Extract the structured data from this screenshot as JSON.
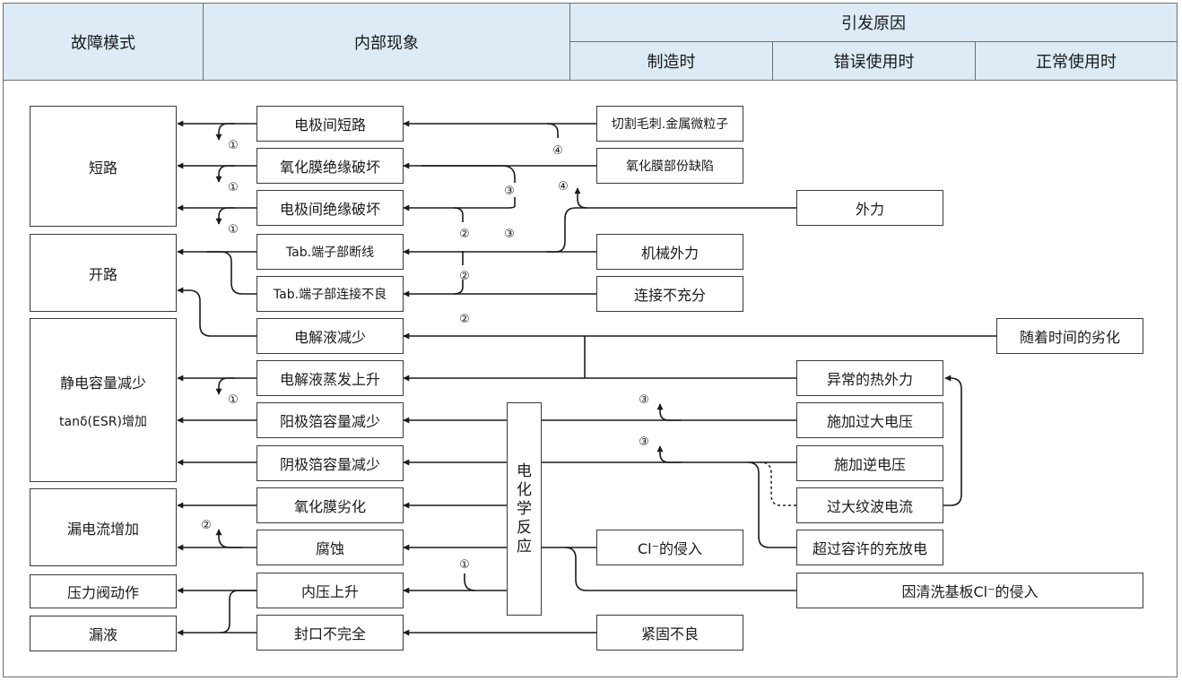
{
  "header": {
    "col_mode": "故障模式",
    "col_phen": "内部现象",
    "col_cause": "引发原因",
    "col_mfg": "制造时",
    "col_misuse": "错误使用时",
    "col_normal": "正常使用时"
  },
  "modes": {
    "short": "短路",
    "open": "开路",
    "cap_decrease": "静电容量减少",
    "tan_increase": "tanδ(ESR)增加",
    "leak_current": "漏电流增加",
    "valve": "压力阀动作",
    "leakage": "漏液"
  },
  "phenomena": {
    "p1": "电极间短路",
    "p2": "氧化膜绝缘破坏",
    "p3": "电极间绝缘破坏",
    "p4": "Tab.端子部断线",
    "p5": "Tab.端子部连接不良",
    "p6": "电解液减少",
    "p7": "电解液蒸发上升",
    "p8": "阳极箔容量减少",
    "p9": "阴极箔容量减少",
    "p10": "氧化膜劣化",
    "p11": "腐蚀",
    "p12": "内压上升",
    "p13": "封口不完全"
  },
  "electrochem": [
    "电",
    "化",
    "学",
    "反",
    "应"
  ],
  "causes": {
    "c1": "切割毛刺.金属微粒子",
    "c2": "氧化膜部份缺陷",
    "c3": "外力",
    "c4": "机械外力",
    "c5": "连接不充分",
    "c6": "随着时间的劣化",
    "c7": "异常的热外力",
    "c8": "施加过大电压",
    "c9": "施加逆电压",
    "c10": "过大纹波电流",
    "c11": "超过容许的充放电",
    "c12": "Cl⁻的侵入",
    "c13": "因清洗基板Cl⁻的侵入",
    "c14": "紧固不良"
  },
  "markers": {
    "m1": "①",
    "m2": "②",
    "m3": "③",
    "m4": "④"
  },
  "colors": {
    "header_bg": "#dcebf5",
    "line": "#1a1a1a",
    "border": "#3a3a3a"
  }
}
